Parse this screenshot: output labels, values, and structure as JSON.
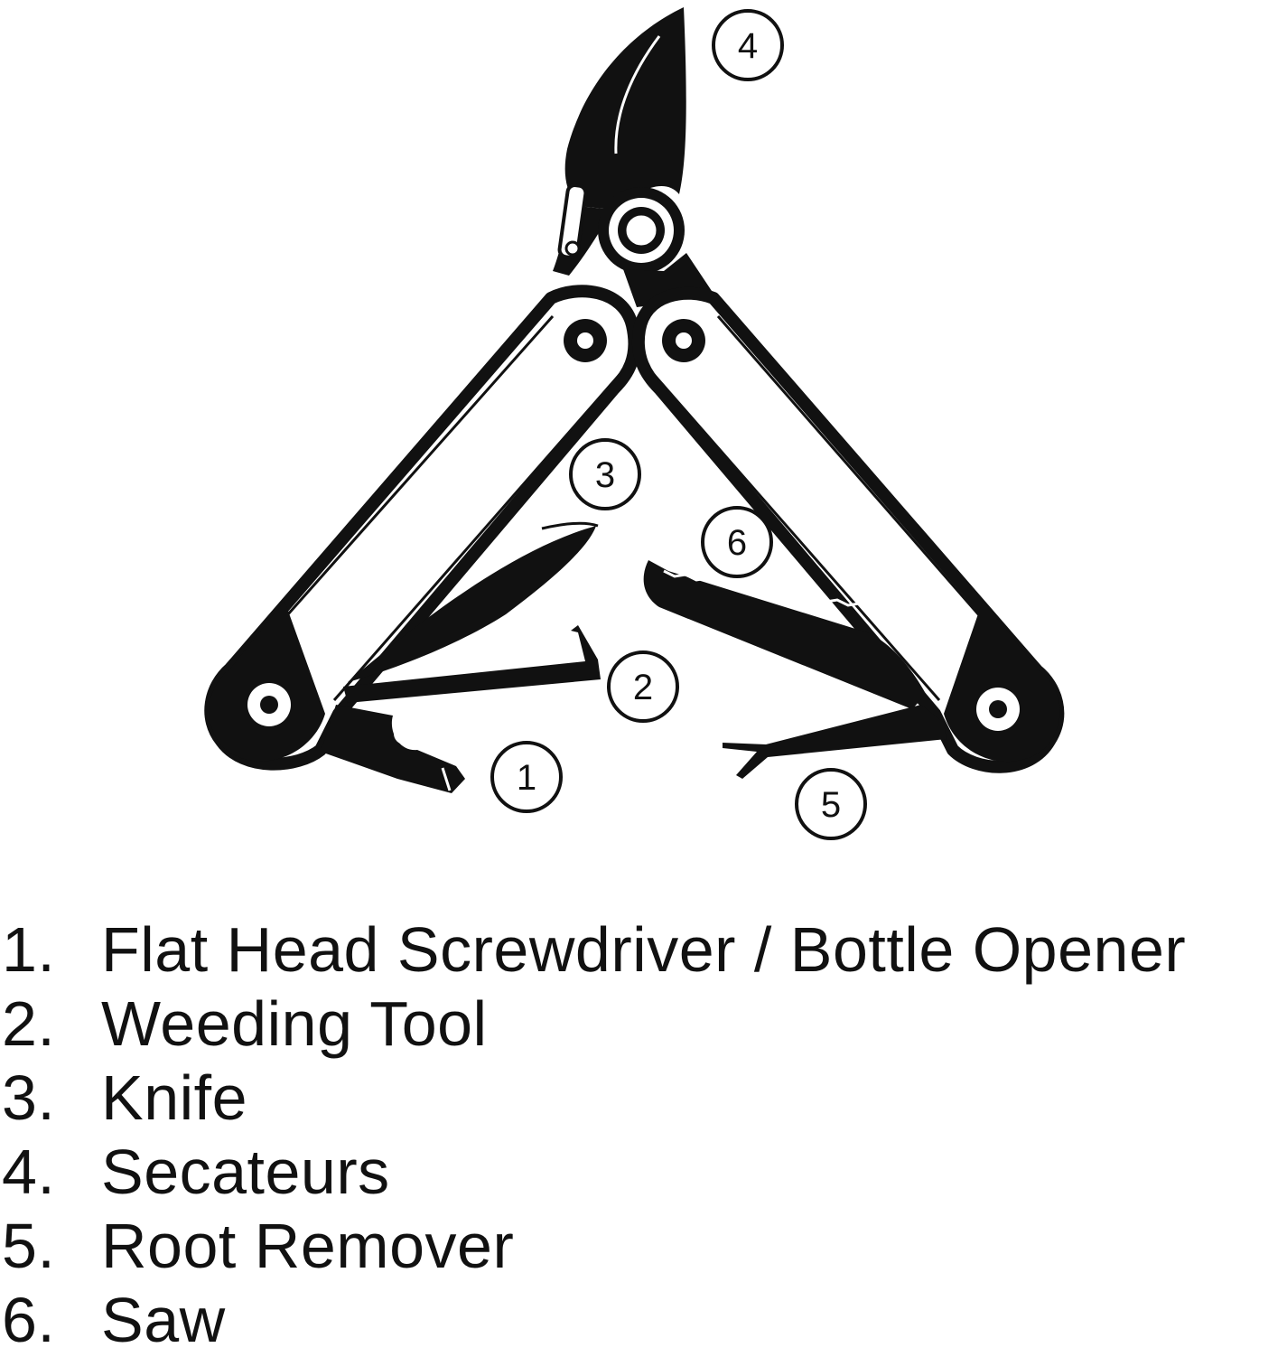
{
  "diagram": {
    "ink_color": "#111111",
    "background_color": "#ffffff",
    "callouts": [
      {
        "id": "callout-1",
        "number": "1"
      },
      {
        "id": "callout-2",
        "number": "2"
      },
      {
        "id": "callout-3",
        "number": "3"
      },
      {
        "id": "callout-4",
        "number": "4"
      },
      {
        "id": "callout-5",
        "number": "5"
      },
      {
        "id": "callout-6",
        "number": "6"
      }
    ]
  },
  "legend": {
    "items": [
      {
        "number": "1.",
        "label": "Flat Head Screwdriver / Bottle Opener"
      },
      {
        "number": "2.",
        "label": "Weeding Tool"
      },
      {
        "number": "3.",
        "label": "Knife"
      },
      {
        "number": "4.",
        "label": "Secateurs"
      },
      {
        "number": "5.",
        "label": "Root Remover"
      },
      {
        "number": "6.",
        "label": "Saw"
      }
    ]
  }
}
